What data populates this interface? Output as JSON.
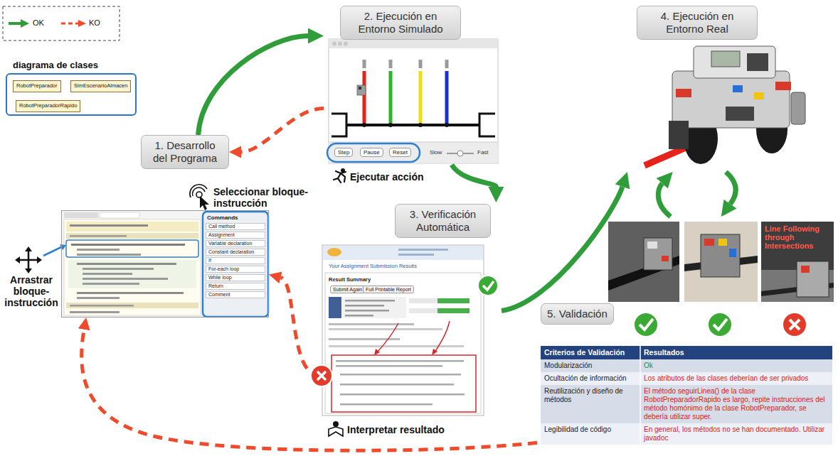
{
  "diagram": {
    "nodes": [
      {
        "text": [
          "diagrama de clases"
        ]
      },
      {
        "text": [
          "RobotPreparador"
        ],
        "in": 0
      },
      {
        "text": [
          "SimEscenarioAlmacen"
        ],
        "in": 0
      },
      {
        "text": [
          "RobotPreparadorRapido"
        ],
        "in": 0
      },
      {
        "text": [
          "1. Desarrollo del Programa"
        ]
      },
      {
        "text": [
          "2. Ejecución en Entorno Simulado"
        ]
      },
      {
        "text": [
          "3. Verificación Automática"
        ]
      },
      {
        "text": [
          "Commands",
          "Call method",
          "Assignment",
          "Variable declaration",
          "Constant declaration",
          "If",
          "For-each loop",
          "While loop",
          "Return",
          "Comment"
        ]
      },
      {
        "text": [
          "4. Ejecución en Entorno Real"
        ]
      },
      {
        "text": [
          "5. Validación"
        ]
      }
    ],
    "edges": [
      {
        "from": 4,
        "to": 5,
        "arrow": "to"
      },
      {
        "from": 5,
        "to": 4,
        "arrow": "to"
      },
      {
        "from": 5,
        "to": 6,
        "arrow": "to"
      },
      {
        "from": 6,
        "to": 7,
        "arrow": "to"
      },
      {
        "from": 6,
        "to": 8,
        "arrow": "to"
      },
      {
        "from": 8,
        "to": 9,
        "arrow": "to"
      },
      {
        "from": 9,
        "to": 8,
        "arrow": "to"
      },
      {
        "from": 9,
        "to": 7,
        "arrow": "to"
      },
      {
        "from": 3,
        "to": 1,
        "arrow": "to"
      },
      {
        "from": 3,
        "to": 2,
        "arrow": "to"
      }
    ],
    "labels": [
      "Seleccionar bloque-instrucción",
      "Arrastrar bloque-instrucción",
      "Ejecutar acción",
      "Interpretar resultado",
      "Step",
      "Pause",
      "Reset",
      "Slow",
      "Fast",
      "Your Assignment Submission Results",
      "Result Summary",
      "Submit Again",
      "Full Printable Report",
      "Line Following through Intersections",
      "Criterios de Validación",
      "Resultados",
      "Modularización",
      "Ok",
      "Ocultación de información",
      "Los atributos de las clases deberían de ser privados",
      "Reutilización y diseño de métodos",
      "El método seguirLinea() de la clase RobotPreparadorRapido es largo, repite instrucciones del método homónimo de la clase RobotPreparador, se debería utilizar super.",
      "Legibilidad de código",
      "En general, los métodos no se han documentado. Utilizar javadoc"
    ],
    "legend": [
      {
        "text": "OK"
      },
      {
        "text": "KO"
      }
    ]
  }
}
